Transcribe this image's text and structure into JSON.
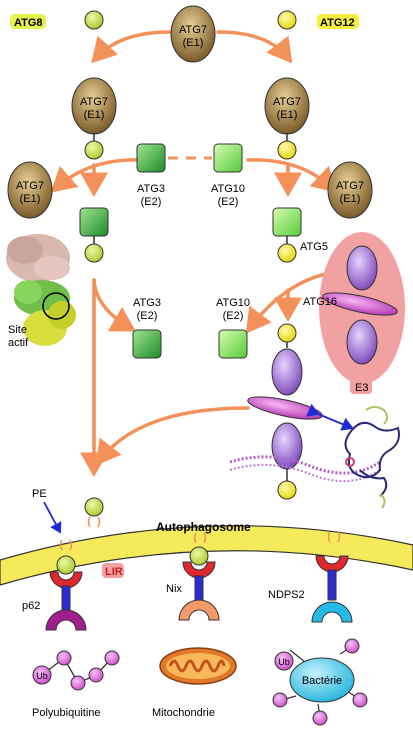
{
  "labels": {
    "atg8": "ATG8",
    "atg12": "ATG12",
    "atg7": "ATG7",
    "e1": "(E1)",
    "atg3": "ATG3",
    "atg10": "ATG10",
    "e2": "(E2)",
    "atg5": "ATG5",
    "atg16": "ATG16",
    "e3": "E3",
    "site": "Site",
    "actif": "actif",
    "pe": "PE",
    "autophagosome": "Autophagosome",
    "lir": "LIR",
    "p62": "p62",
    "nix": "Nix",
    "ndps2": "NDPS2",
    "ub": "Ub",
    "bacterie": "Bactérie",
    "polyubiquitine": "Polyubiquitine",
    "mitochondrie": "Mitochondrie"
  },
  "colors": {
    "atg8_dot": "#c9e34a",
    "atg12_dot": "#f1e619",
    "arrow": "#f4915a",
    "e1_fill": "#a8824a",
    "e2_atg3": "#3fae43",
    "e2_atg10": "#8ee05a",
    "atg5": "#9b6fd1",
    "atg16": "#d85ad0",
    "e3_bg": "#f2a1a3",
    "membrane": "#f5ea5c",
    "receptor_red": "#e2262d",
    "receptor_blue": "#2d2bd3",
    "p62_tail": "#a21e8f",
    "nix_tail": "#f39a6a",
    "ndps2_tail": "#25b9e6",
    "ub": "#dc64e0",
    "bacteria": "#5ad4f0",
    "mito": "#e2782a"
  }
}
